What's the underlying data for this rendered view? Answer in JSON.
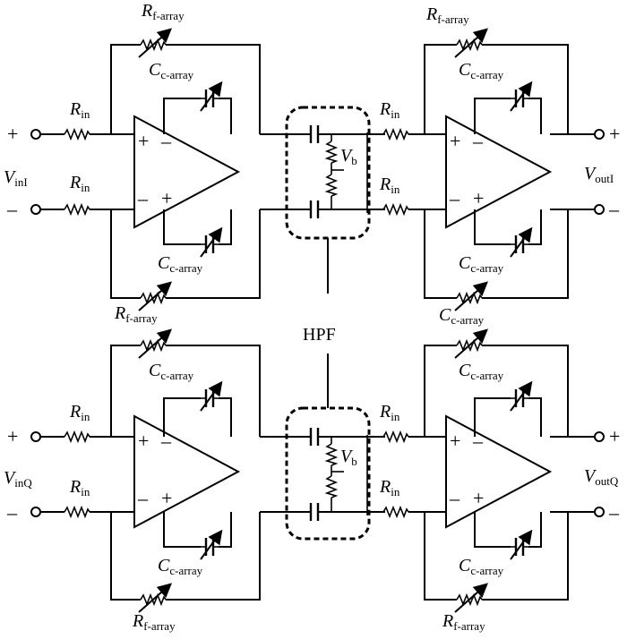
{
  "labels": {
    "R": "R",
    "C": "C",
    "V": "V",
    "in_sub": "in",
    "f_array_sub": "f-array",
    "c_array_sub": "c-array",
    "b_sub": "b",
    "vinI_sub": "inI",
    "vinQ_sub": "inQ",
    "voutI_sub": "outI",
    "voutQ_sub": "outQ",
    "hpf": "HPF",
    "plus": "+",
    "minus": "–"
  },
  "colors": {
    "ink": "#000000",
    "background": "#ffffff"
  },
  "icons": [
    "resistor-icon",
    "variable-resistor-icon",
    "capacitor-icon",
    "variable-capacitor-icon",
    "op-amp-icon",
    "terminal-icon"
  ]
}
